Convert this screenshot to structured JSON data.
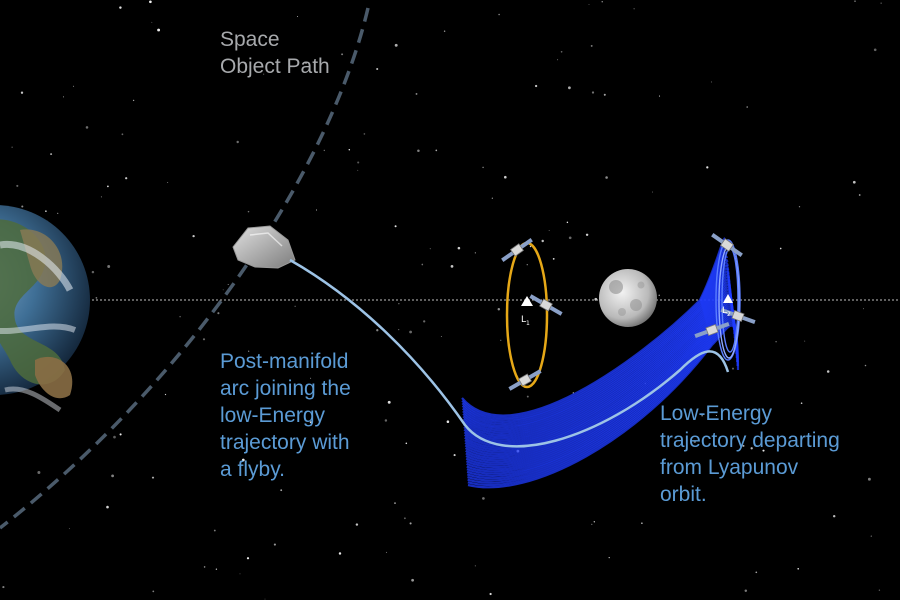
{
  "labels": {
    "space_object_path": [
      "Space",
      "Object Path"
    ],
    "post_manifold_arc": [
      "Post-manifold",
      "arc joining the",
      "low-Energy",
      "trajectory with",
      "a flyby."
    ],
    "low_energy_trajectory": [
      "Low-Energy",
      "trajectory departing",
      "from Lyapunov",
      "orbit."
    ]
  },
  "lagrange_points": {
    "l1": {
      "letter": "L",
      "index": "1"
    },
    "l2": {
      "letter": "L",
      "index": "2"
    }
  },
  "colors": {
    "background": "#000000",
    "label_text": "#5b9bd5",
    "space_label": "#a7a9ac",
    "dashed_path": "#4a5a6a",
    "arc_line": "#9dc3e6",
    "manifold_band": "#1f3cff",
    "lyapunov_orbit": "#e6a817",
    "axis_line": "#bfbfbf"
  },
  "icons": [
    "earth-icon",
    "asteroid-icon",
    "moon-icon",
    "satellite-icon",
    "lagrange-marker-icon"
  ]
}
